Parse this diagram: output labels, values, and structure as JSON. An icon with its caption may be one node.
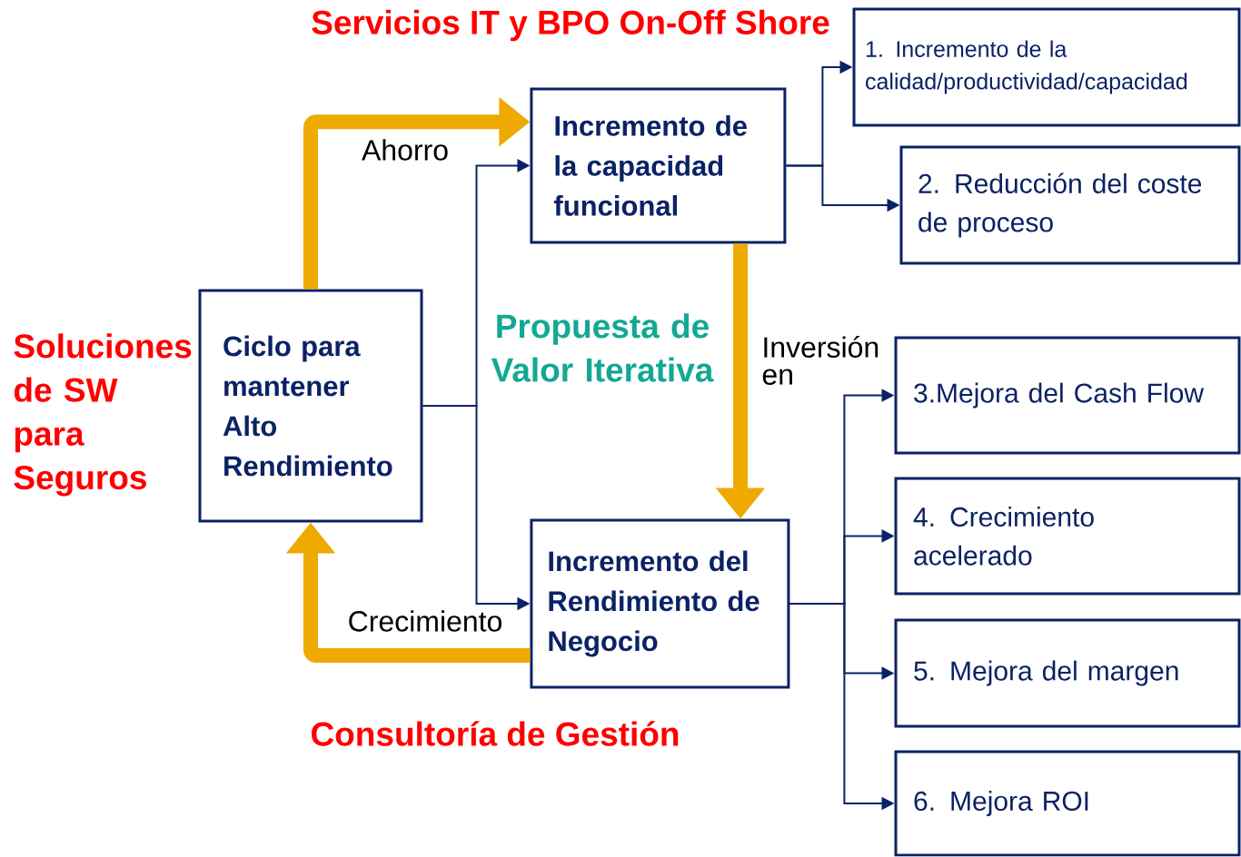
{
  "diagram": {
    "nodes": [
      {
        "text": [
          "Ciclo para mantener Alto Rendimiento"
        ]
      },
      {
        "text": [
          "Incremento de la capacidad funcional"
        ]
      },
      {
        "text": [
          "Incremento del Rendimiento de Negocio"
        ]
      },
      {
        "text": [
          "1. Incremento de la calidad/productividad/capacidad"
        ]
      },
      {
        "text": [
          "2. Reducción del coste de proceso"
        ]
      },
      {
        "text": [
          "3.Mejora del Cash Flow"
        ]
      },
      {
        "text": [
          "4. Crecimiento acelerado"
        ]
      },
      {
        "text": [
          "5. Mejora del margen"
        ]
      },
      {
        "text": [
          "6. Mejora ROI"
        ]
      }
    ],
    "edges": [
      {
        "from": 0,
        "to": 1,
        "arrow": "to"
      },
      {
        "from": 0,
        "to": 2,
        "arrow": "to"
      },
      {
        "from": 1,
        "to": 3,
        "arrow": "to"
      },
      {
        "from": 1,
        "to": 4,
        "arrow": "to"
      },
      {
        "from": 2,
        "to": 5,
        "arrow": "to"
      },
      {
        "from": 2,
        "to": 6,
        "arrow": "to"
      },
      {
        "from": 2,
        "to": 7,
        "arrow": "to"
      },
      {
        "from": 2,
        "to": 8,
        "arrow": "to"
      },
      {
        "from": 0,
        "to": 1,
        "arrow": "to",
        "label": "Ahorro",
        "style": "thick",
        "color": "#eeaa00"
      },
      {
        "from": 1,
        "to": 2,
        "arrow": "to",
        "label": "Inversión en",
        "style": "thick",
        "color": "#eeaa00"
      },
      {
        "from": 2,
        "to": 0,
        "arrow": "to",
        "label": "Crecimiento",
        "style": "thick",
        "color": "#eeaa00"
      }
    ],
    "labels": [
      "Servicios IT y BPO On-Off Shore",
      "Soluciones de SW para Seguros",
      "Propuesta de Valor Iterativa",
      "Consultoría de Gestión"
    ]
  }
}
